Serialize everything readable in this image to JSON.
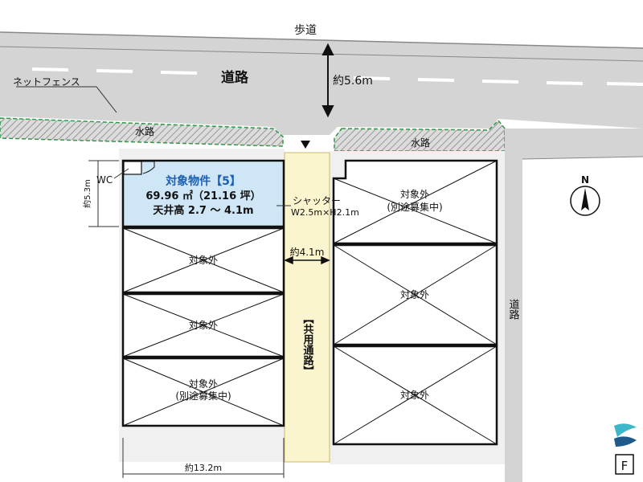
{
  "labels": {
    "sidewalk": "歩道",
    "road_main": "道路",
    "road_width": "約5.6m",
    "net_fence": "ネットフェンス",
    "waterway_left": "水路",
    "waterway_right": "水路",
    "wc": "WC",
    "height_left": "約5.3m",
    "target_title": "対象物件【5】",
    "target_area": "69.96 ㎡（21.16 坪）",
    "target_ceiling": "天井高 2.7 ～ 4.1m",
    "shutter_line1": "シャッター",
    "shutter_line2": "W2.5m×H2.1m",
    "aisle_width": "約4.1m",
    "common_aisle": "【共用通路】",
    "left_unit_1": "対象外",
    "left_unit_2": "対象外",
    "left_unit_3_line1": "対象外",
    "left_unit_3_line2": "(別途募集中)",
    "right_unit_1_line1": "対象外",
    "right_unit_1_line2": "(別途募集中)",
    "right_unit_2": "対象外",
    "right_unit_3": "対象外",
    "road_side": "道路",
    "width_bottom": "約13.2m",
    "north": "N",
    "badge_letter": "F"
  },
  "colors": {
    "road": "#d4d4d4",
    "road_edge": "#9a9a9a",
    "target_fill": "#cfe6f6",
    "target_text": "#1a5fb4",
    "aisle_fill": "#fbf5cf",
    "waterway_edge": "#2e9a49"
  }
}
